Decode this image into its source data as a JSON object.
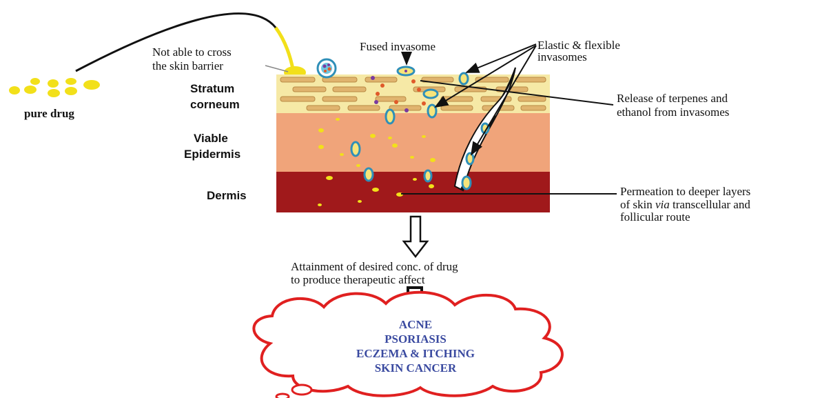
{
  "labels": {
    "pure_drug": "pure drug",
    "not_cross_1": "Not able to cross",
    "not_cross_2": "the skin barrier",
    "fused": "Fused invasome",
    "elastic_1": "Elastic & flexible",
    "elastic_2": "invasomes",
    "release_1": "Release of terpenes and",
    "release_2": "ethanol from invasomes",
    "permeation_1": "Permeation to deeper layers",
    "permeation_2a": "of skin ",
    "permeation_2b": "via",
    "permeation_2c": " transcellular and",
    "permeation_3": "follicular route",
    "attain_1": "Attainment of desired conc. of drug",
    "attain_2": "to produce therapeutic affect"
  },
  "layers": {
    "stratum_1": "Stratum",
    "stratum_2": "corneum",
    "viable_1": "Viable",
    "viable_2": "Epidermis",
    "dermis": "Dermis"
  },
  "diseases": [
    "ACNE",
    "PSORIASIS",
    "ECZEMA & ITCHING",
    "SKIN CANCER"
  ],
  "colors": {
    "stratum": "#f6e9a6",
    "corneocyte": "#e0b46e",
    "viable": "#f0a47a",
    "dermis": "#a0191b",
    "drug": "#f2e01a",
    "invasome_ring": "#2f8fb8",
    "cloud": "#e02020",
    "disease_text": "#3a4aa0"
  }
}
